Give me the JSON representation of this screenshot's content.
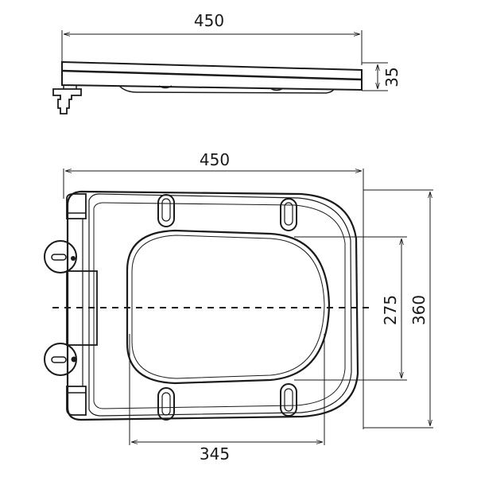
{
  "drawing": {
    "subject": "toilet seat technical drawing",
    "line_color": "#1a1a1a",
    "background": "#ffffff",
    "side_view": {
      "width_label": "450",
      "height_label": "35"
    },
    "top_view": {
      "width_label": "450",
      "inner_width_label": "345",
      "inner_height_label": "275",
      "outer_height_label": "360"
    }
  }
}
